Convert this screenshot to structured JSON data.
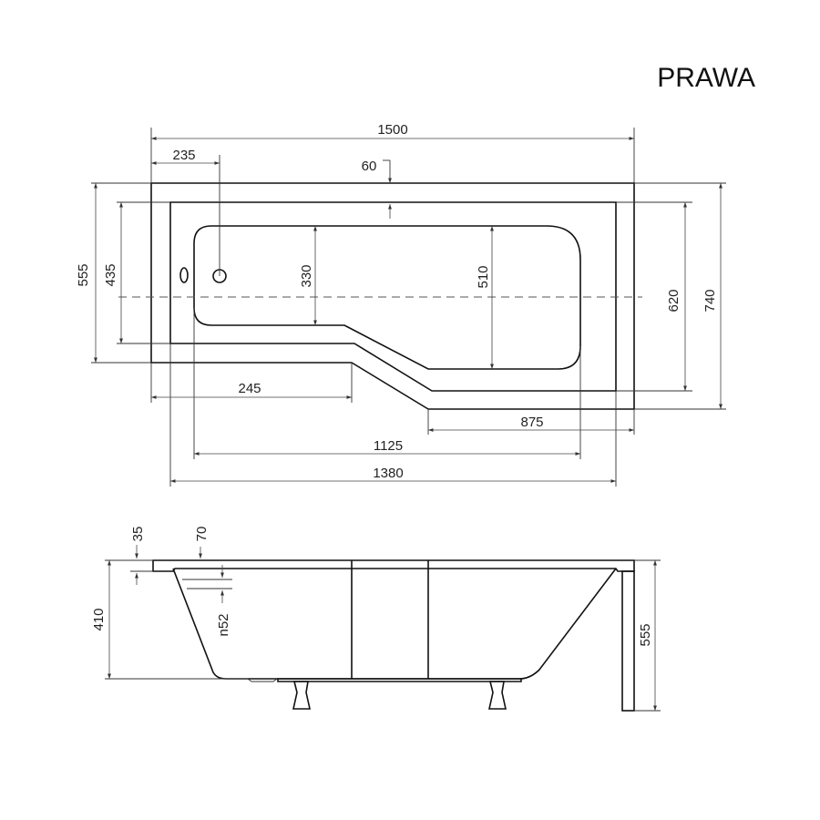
{
  "title": "PRAWA",
  "top_view": {
    "dims": {
      "overall_length": "1500",
      "left_offset": "235",
      "rim_width": "60",
      "left_height": "555",
      "left_inner_height": "435",
      "basin_narrow": "330",
      "basin_wide": "510",
      "right_inner_height": "620",
      "right_height": "740",
      "left_section": "245",
      "right_section": "875",
      "basin_length": "1125",
      "inner_length": "1380"
    }
  },
  "side_view": {
    "dims": {
      "rim_thickness": "35",
      "overflow_offset": "70",
      "depth": "410",
      "overflow_diameter": "n52",
      "total_height": "555"
    }
  }
}
